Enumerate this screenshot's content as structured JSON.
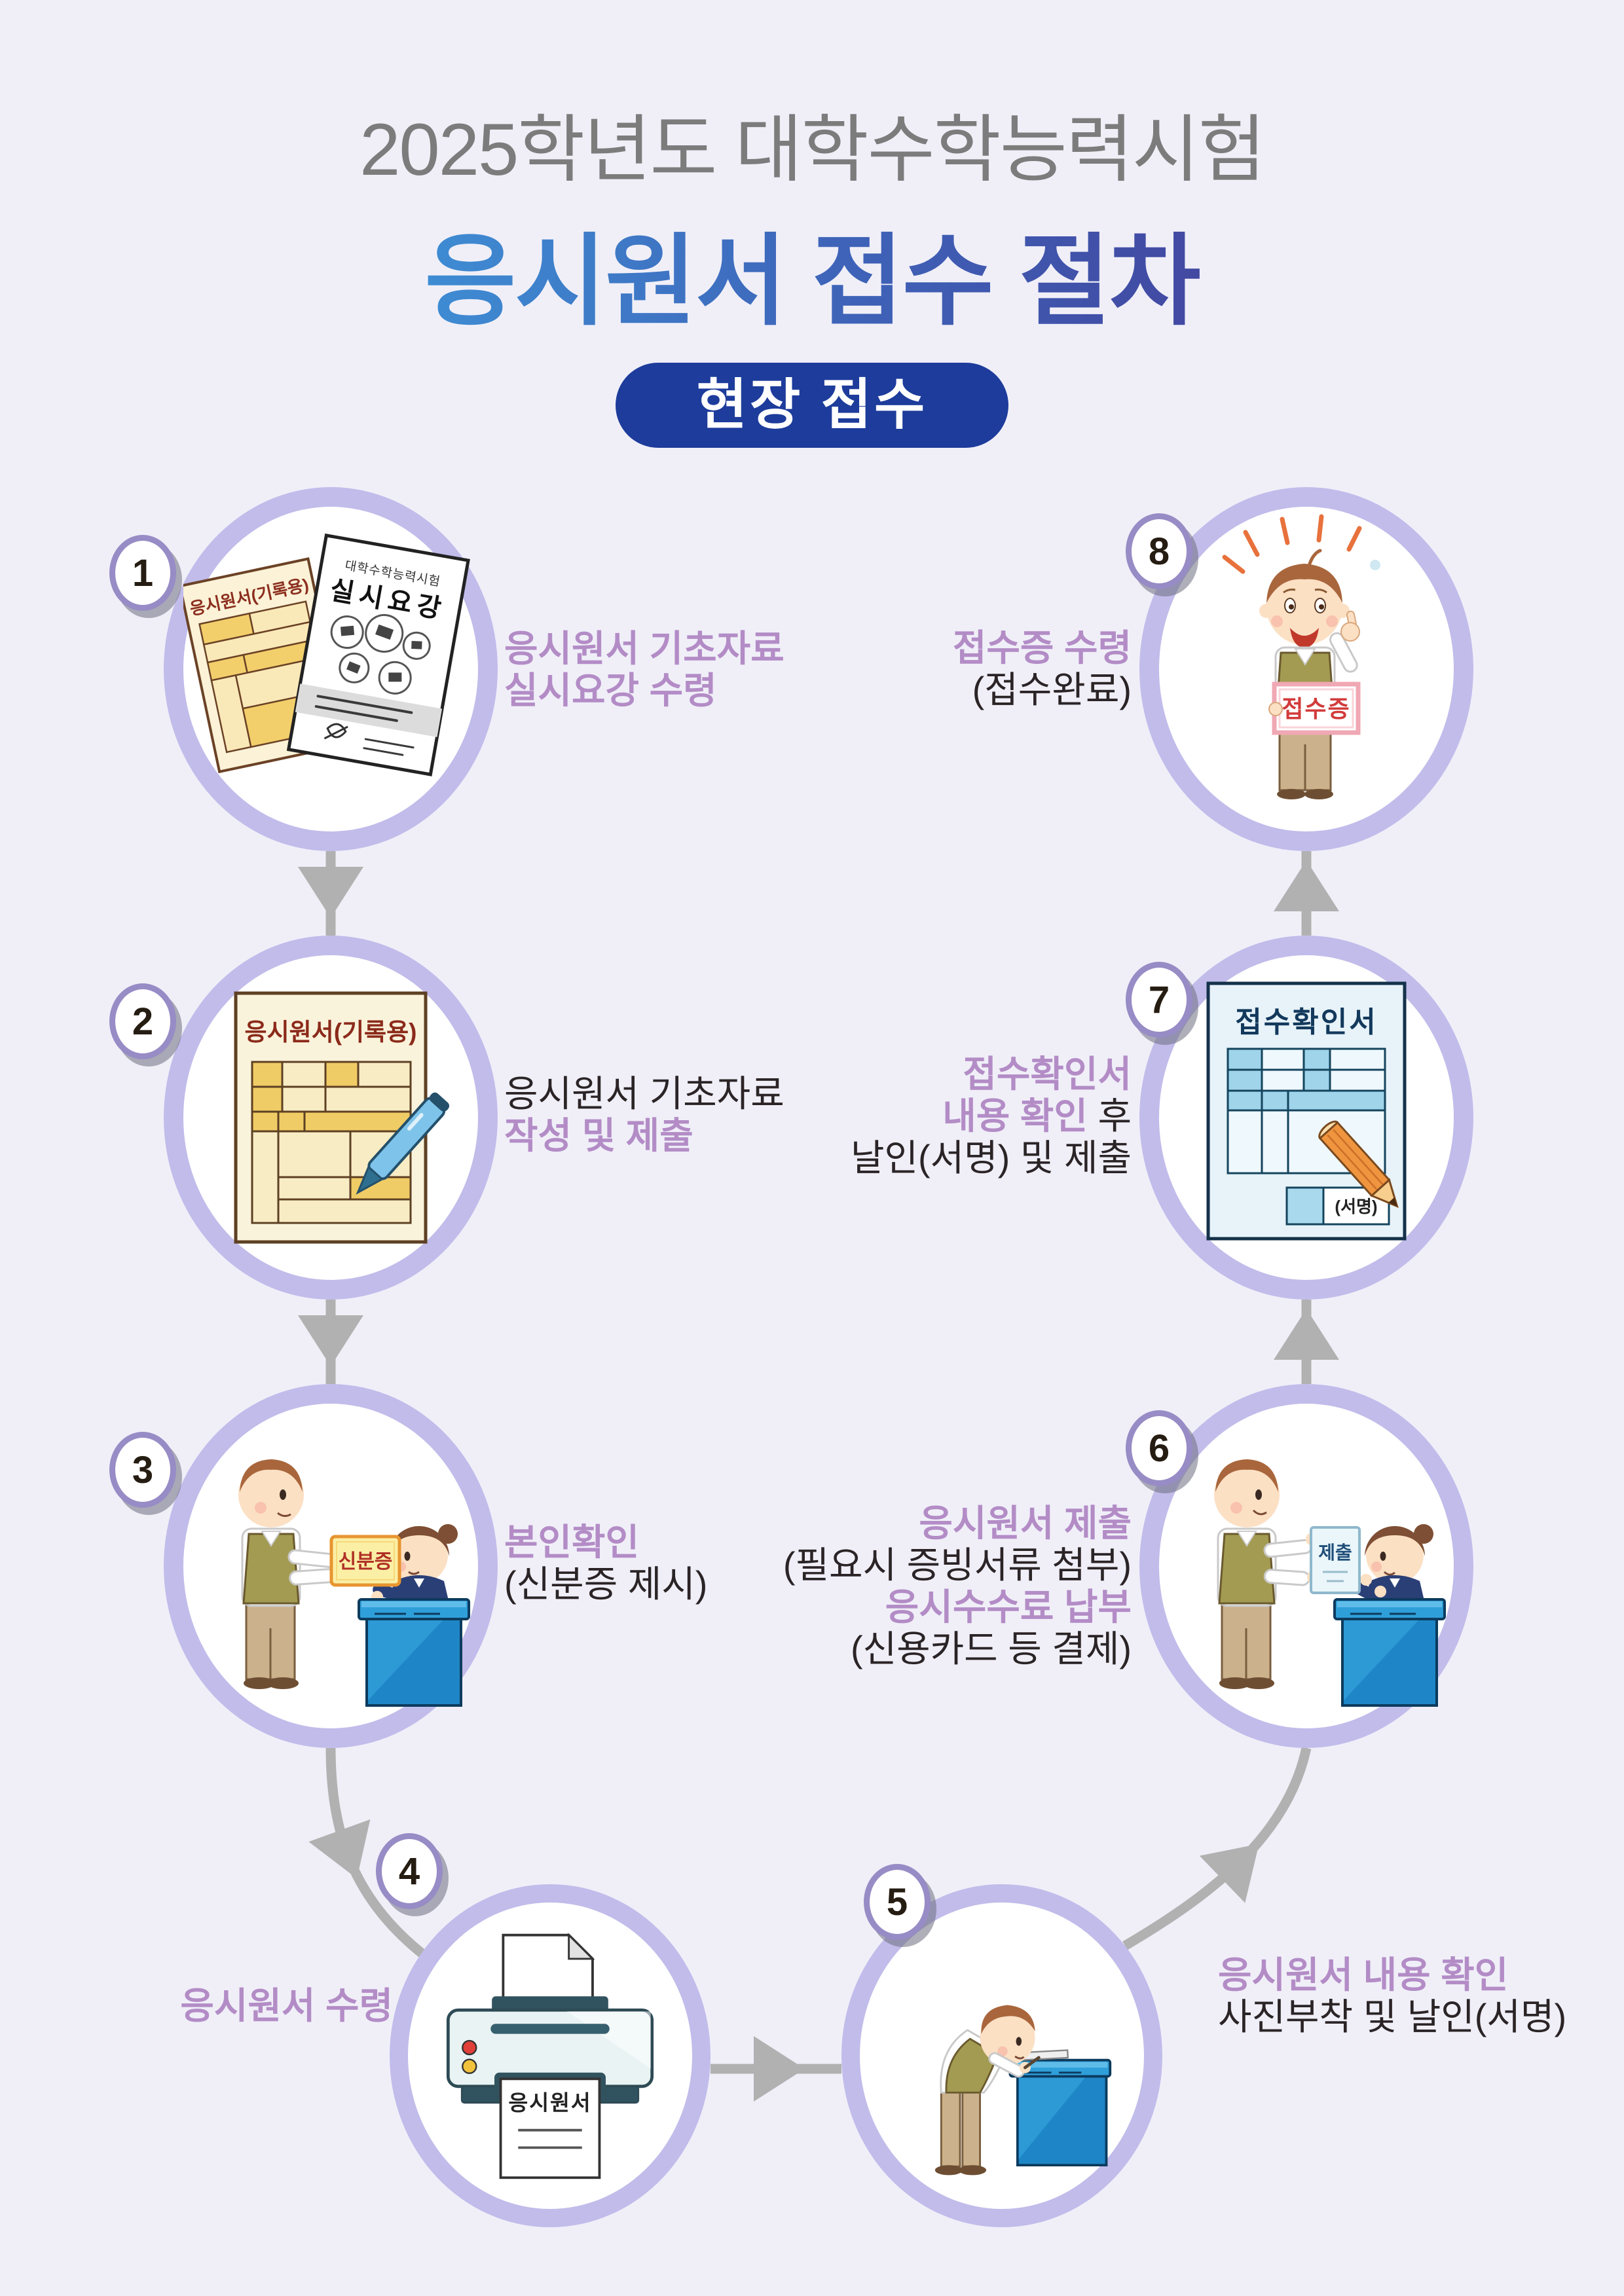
{
  "header": {
    "title": "2025학년도 대학수학능력시험",
    "subtitle": "응시원서 접수 절차",
    "badge": "현장 접수"
  },
  "style_colors": {
    "background": "#F0EFF8",
    "accent_purple": "#B38CC6",
    "dark_text": "#2B2426",
    "title_gray": "#7C7C7C",
    "subtitle_gradient_start": "#3FA9E6",
    "subtitle_gradient_end": "#45338F",
    "badge_blue": "#1D3C9B",
    "ring_lavender": "#C1BCEA",
    "arrow_gray": "#B1B1B1"
  },
  "steps": [
    {
      "num": "1",
      "lines": [
        [
          {
            "t": "응시원서 기초자료",
            "em": true
          }
        ],
        [
          {
            "t": "실시요강 수령",
            "em": true
          }
        ]
      ],
      "art": {
        "form_title": "응시원서(기록용)",
        "booklet_top": "대학수학능력시험",
        "booklet_title": "실시요강"
      }
    },
    {
      "num": "2",
      "lines": [
        [
          {
            "t": "응시원서 기초자료",
            "em": false
          }
        ],
        [
          {
            "t": "작성 및 제출",
            "em": true
          }
        ]
      ],
      "art": {
        "form_title": "응시원서(기록용)"
      }
    },
    {
      "num": "3",
      "lines": [
        [
          {
            "t": "본인확인",
            "em": true
          }
        ],
        [
          {
            "t": "(신분증 제시)",
            "em": false
          }
        ]
      ],
      "art": {
        "card": "신분증"
      }
    },
    {
      "num": "4",
      "lines": [
        [
          {
            "t": "응시원서 수령",
            "em": true
          }
        ]
      ],
      "art": {
        "paper": "응시원서"
      }
    },
    {
      "num": "5",
      "lines": [
        [
          {
            "t": "응시원서 내용 확인",
            "em": true
          }
        ],
        [
          {
            "t": "사진부착 및 날인(서명)",
            "em": false
          }
        ]
      ],
      "art": {}
    },
    {
      "num": "6",
      "lines": [
        [
          {
            "t": "응시원서 제출",
            "em": true
          }
        ],
        [
          {
            "t": "(필요시 증빙서류 첨부)",
            "em": false
          }
        ],
        [
          {
            "t": "응시수수료 납부",
            "em": true
          }
        ],
        [
          {
            "t": "(신용카드 등 결제)",
            "em": false
          }
        ]
      ],
      "art": {
        "card": "제출"
      }
    },
    {
      "num": "7",
      "lines": [
        [
          {
            "t": "접수확인서",
            "em": true
          }
        ],
        [
          {
            "t": "내용 확인",
            "em": true
          },
          {
            "t": " 후",
            "em": false
          }
        ],
        [
          {
            "t": "날인(서명) 및 제출",
            "em": false
          }
        ]
      ],
      "art": {
        "doc_title": "접수확인서",
        "sign": "(서명)"
      }
    },
    {
      "num": "8",
      "lines": [
        [
          {
            "t": "접수증 수령",
            "em": true
          }
        ],
        [
          {
            "t": "(접수완료)",
            "em": false
          }
        ]
      ],
      "art": {
        "sign": "접수증"
      }
    }
  ]
}
